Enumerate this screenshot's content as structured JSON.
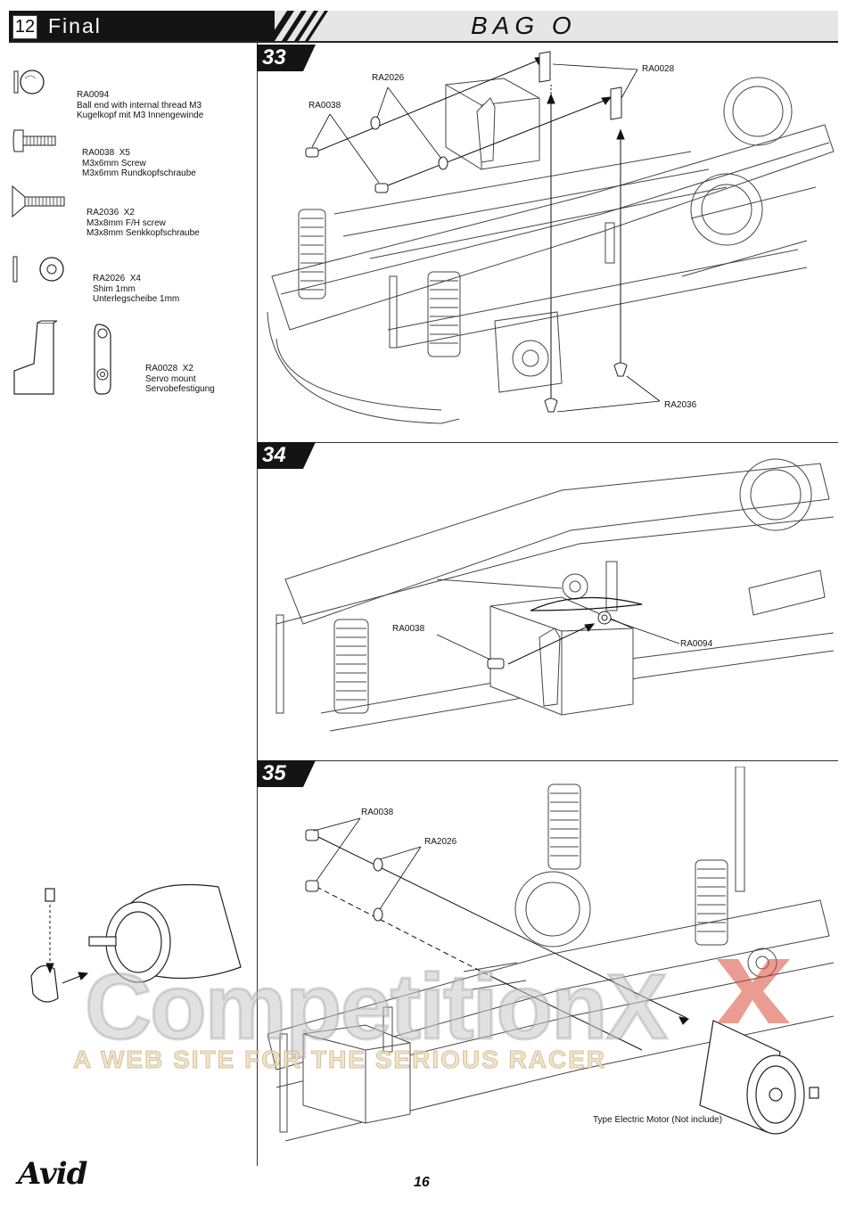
{
  "header": {
    "section_number": "12",
    "section_title": "Final",
    "bag_title": "BAG O"
  },
  "parts": [
    {
      "code": "RA0094",
      "lines": [
        "RA0094",
        "Ball end with internal thread M3",
        "Kugelkopf mit M3 Innengewinde"
      ]
    },
    {
      "code": "RA0038",
      "lines": [
        "RA0038  X5",
        "M3x6mm Screw",
        "M3x6mm Rundkopfschraube"
      ]
    },
    {
      "code": "RA2036",
      "lines": [
        "RA2036  X2",
        "M3x8mm F/H screw",
        "M3x8mm Senkkopfschraube"
      ]
    },
    {
      "code": "RA2026",
      "lines": [
        "RA2026  X4",
        "Shim 1mm",
        "Unterlegscheibe 1mm"
      ]
    },
    {
      "code": "RA0028",
      "lines": [
        "RA0028  X2",
        "Servo mount",
        "Servobefestigung"
      ]
    }
  ],
  "steps": [
    {
      "number": "33",
      "callouts": [
        "RA2026",
        "RA0028",
        "RA0038",
        "RA2036"
      ]
    },
    {
      "number": "34",
      "callouts": [
        "RA0038",
        "RA0094"
      ]
    },
    {
      "number": "35",
      "callouts": [
        "RA0038",
        "RA2026"
      ]
    }
  ],
  "motor_note": "Type Electric Motor (Not include)",
  "watermark": {
    "line1": "CompetitionX",
    "line2": "A WEB SITE FOR THE SERIOUS RACER"
  },
  "page_number": "16",
  "brand": "Avid",
  "colors": {
    "header_black": "#141414",
    "header_gray": "#e6e6e6",
    "line": "#333333",
    "watermark_red": "#d84a3a"
  }
}
